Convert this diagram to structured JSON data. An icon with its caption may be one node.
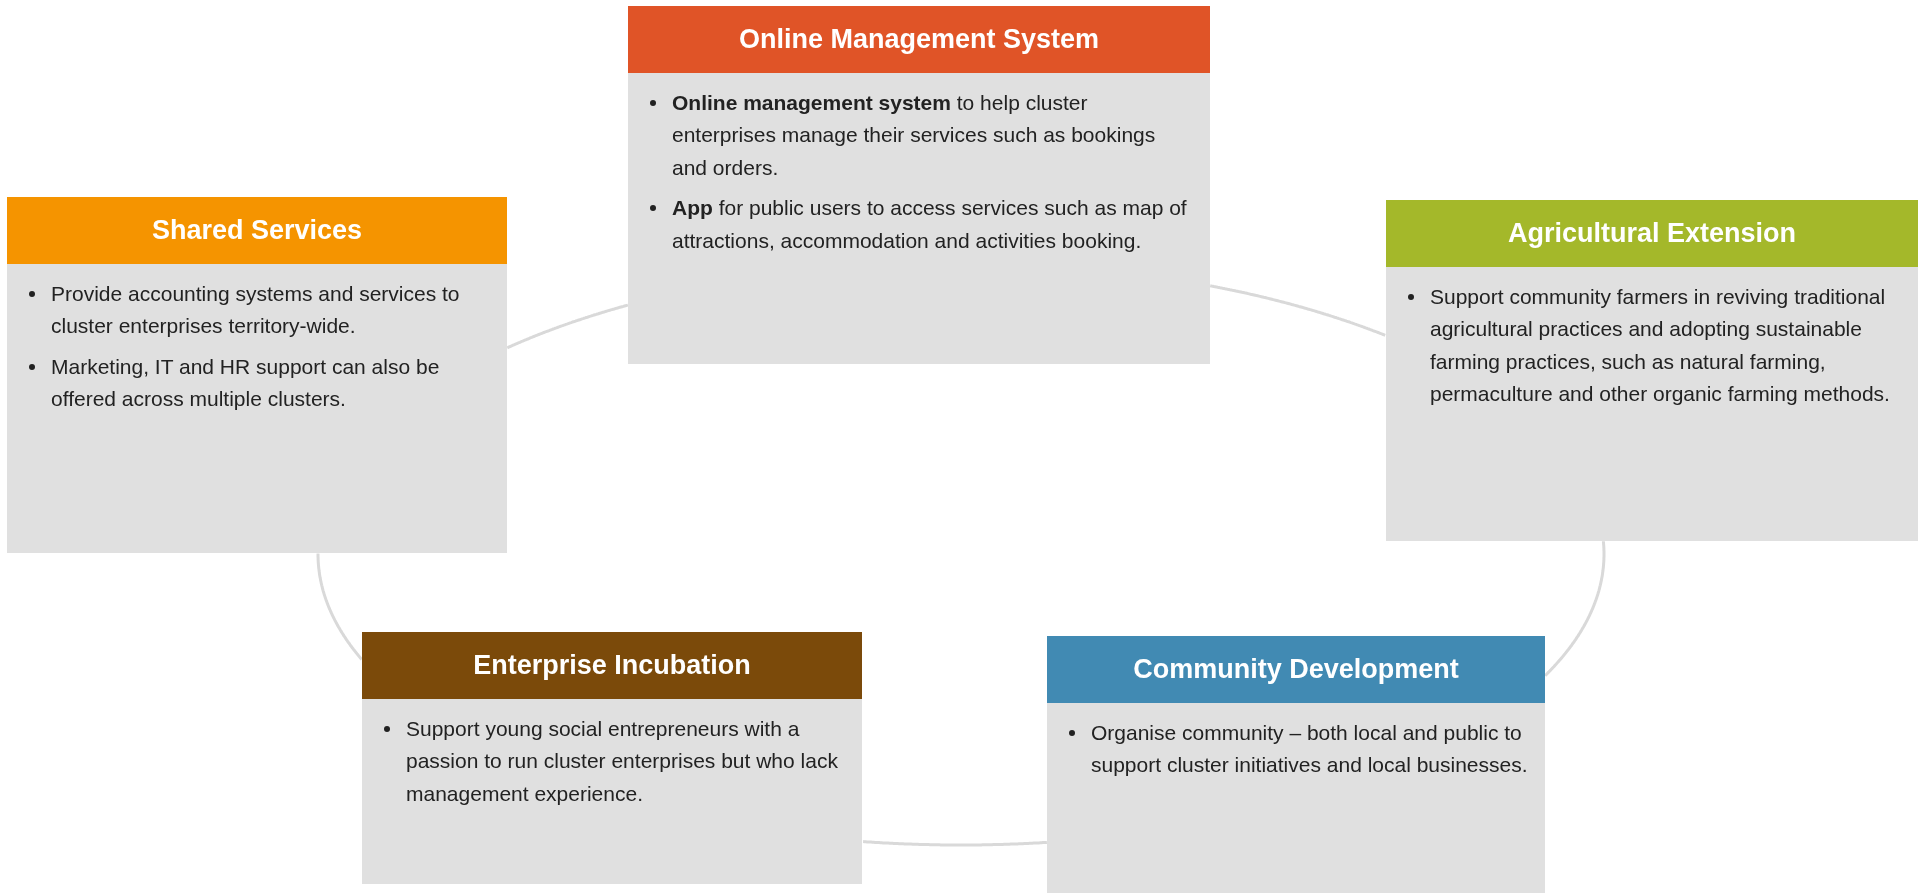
{
  "diagram": {
    "nodes": [
      {
        "text": [
          "Online Management System",
          "**Online management system** to help cluster enterprises manage their services such as bookings and orders.",
          "**App** for public users to access services such as map of attractions, accommodation and activities booking."
        ]
      },
      {
        "text": [
          "Shared Services",
          "Provide accounting systems and services to cluster enterprises territory-wide.",
          "Marketing, IT and HR support can also be offered across multiple clusters."
        ]
      },
      {
        "text": [
          "Agricultural Extension",
          "Support community farmers in reviving traditional agricultural practices and adopting sustainable farming practices, such as natural farming, permaculture and other organic farming methods."
        ]
      },
      {
        "text": [
          "Enterprise Incubation",
          "Support young social entrepreneurs with a passion to run cluster enterprises but who lack management experience."
        ]
      },
      {
        "text": [
          "Community Development",
          "Organise community – both local and public to support cluster initiatives and local businesses."
        ]
      }
    ],
    "edges": [
      {
        "from": 1,
        "to": 0,
        "arrow": "none"
      },
      {
        "from": 0,
        "to": 2,
        "arrow": "none"
      },
      {
        "from": 2,
        "to": 4,
        "arrow": "none"
      },
      {
        "from": 4,
        "to": 3,
        "arrow": "none"
      },
      {
        "from": 3,
        "to": 1,
        "arrow": "none"
      }
    ]
  }
}
